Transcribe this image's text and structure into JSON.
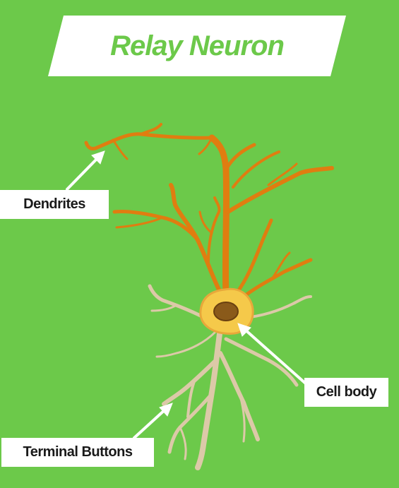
{
  "title": "Relay Neuron",
  "labels": {
    "dendrites": "Dendrites",
    "cell_body": "Cell body",
    "terminal_buttons": "Terminal Buttons"
  },
  "colors": {
    "background": "#6cc94a",
    "dendrite": "#e07d10",
    "axon_terminal": "#dcc9a8",
    "soma": "#f5c94a",
    "nucleus": "#8a5a1a",
    "label_bg": "#ffffff"
  }
}
